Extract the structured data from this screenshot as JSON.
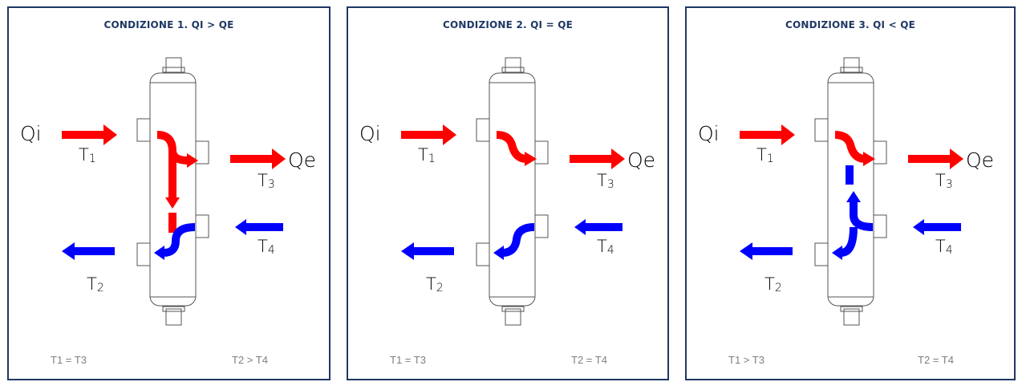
{
  "colors": {
    "hot": "#ff0000",
    "cold": "#0000ff",
    "border": "#1f3864",
    "outline": "#555555",
    "condition_text": "#7f7f7f"
  },
  "panels": [
    {
      "title": "CONDIZIONE 1. QI > QE",
      "labels": {
        "qi": "Qi",
        "qe": "Qe",
        "t1": "T",
        "t1_sub": "1",
        "t2": "T",
        "t2_sub": "2",
        "t3": "T",
        "t3_sub": "3",
        "t4": "T",
        "t4_sub": "4"
      },
      "condition_left": "T1 = T3",
      "condition_right": "T2 > T4"
    },
    {
      "title": "CONDIZIONE 2. QI = QE",
      "labels": {
        "qi": "Qi",
        "qe": "Qe",
        "t1": "T",
        "t1_sub": "1",
        "t2": "T",
        "t2_sub": "2",
        "t3": "T",
        "t3_sub": "3",
        "t4": "T",
        "t4_sub": "4"
      },
      "condition_left": "T1 = T3",
      "condition_right": "T2 = T4"
    },
    {
      "title": "CONDIZIONE 3. QI < QE",
      "labels": {
        "qi": "Qi",
        "qe": "Qe",
        "t1": "T",
        "t1_sub": "1",
        "t2": "T",
        "t2_sub": "2",
        "t3": "T",
        "t3_sub": "3",
        "t4": "T",
        "t4_sub": "4"
      },
      "condition_left": "T1 > T3",
      "condition_right": "T2 = T4"
    }
  ]
}
